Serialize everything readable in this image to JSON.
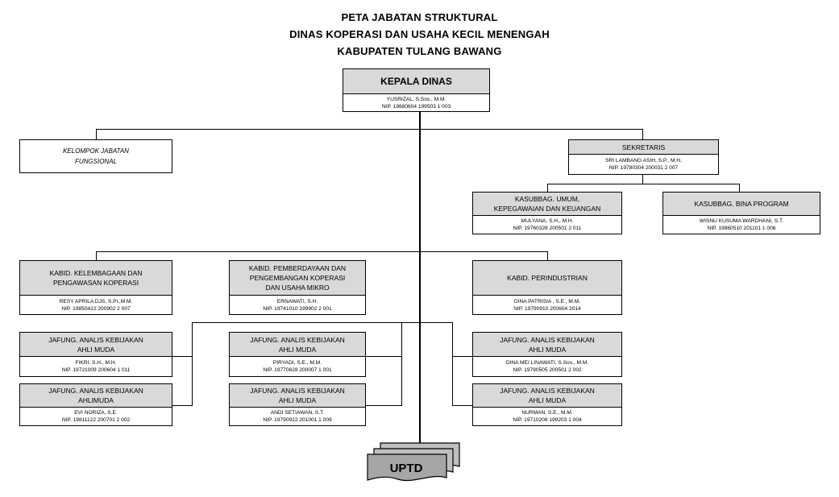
{
  "title": [
    "PETA JABATAN STRUKTURAL",
    "DINAS KOPERASI DAN USAHA KECIL MENENGAH",
    "KABUPATEN TULANG BAWANG"
  ],
  "kepala": {
    "head": [
      "KEPALA DINAS"
    ],
    "name": "YUSRIZAL, S.Sos., M.M.",
    "nip": "NIP. 19680604 199503 1 003"
  },
  "fungsional": [
    "KELOMPOK JABATAN",
    "FUNGSIONAL"
  ],
  "sekretaris": {
    "head": [
      "SEKRETARIS"
    ],
    "name": "SRI LAMBANG ASIH, S.P., M.H.",
    "nip": "NIP. 19780304 200031 2 007"
  },
  "kasubbag_umum": {
    "head": [
      "KASUBBAG. UMUM,",
      "KEPEGAWAIAN DAN KEUANGAN"
    ],
    "name": "MULYANA, S.H., M.H.",
    "nip": "NIP. 19760328 200501 2 011"
  },
  "kasubbag_program": {
    "head": [
      "KASUBBAG. BINA PROGRAM"
    ],
    "name": "WISNU KUSUMA WARDHANI, S.T.",
    "nip": "NIP. 19860510 201101 1 006"
  },
  "kabid_kelembagaan": {
    "head": [
      "KABID. KELEMBAGAAN DAN",
      "PENGAWASAN KOPERASI"
    ],
    "name": "RESY APRILA DJS, S.Pi.,M.M.",
    "nip": "NIP. 19850422 200902 2  007"
  },
  "kabid_pemberdayaan": {
    "head": [
      "KABID. PEMBERDAYAAN DAN",
      "PENGEMBANGAN KOPERASI",
      "DAN USAHA MIKRO"
    ],
    "name": "ERNAWATI, S.H.",
    "nip": "NIP. 19741010 199902 2 001"
  },
  "kabid_perindustrian": {
    "head": [
      "KABID. PERINDUSTRIAN"
    ],
    "name": "DINA PATRISIA , S.E., M.M.",
    "nip": "NIP. 19790910 200604  2014"
  },
  "jafung_1": {
    "head": [
      "JAFUNG. ANALIS KEBIJAKAN",
      "AHLI MUDA"
    ],
    "name": "FIKRI, S.H., M.H.",
    "nip": "NIP. 19721009 200604 1 011"
  },
  "jafung_2": {
    "head": [
      "JAFUNG. ANALIS KEBIJAKAN",
      "AHLIMUDA"
    ],
    "name": "EVI NORIZA, S.E.",
    "nip": "NIP. 19811122 200701 2 002"
  },
  "jafung_3": {
    "head": [
      "JAFUNG. ANALIS KEBIJAKAN",
      "AHLI MUDA"
    ],
    "name": "PIRYADI, S.E., M.M.",
    "nip": "NIP. 19770628 200007 1 001"
  },
  "jafung_4": {
    "head": [
      "JAFUNG. ANALIS KEBIJAKAN",
      "AHLI MUDA"
    ],
    "name": "ANDI SETIAWAN, S.T.",
    "nip": "NIP. 19790922 201001 1 009"
  },
  "jafung_5": {
    "head": [
      "JAFUNG. ANALIS KEBIJAKAN",
      "AHLI MUDA"
    ],
    "name": "DINA MEI LINAWATI, S.Sos., M.M.",
    "nip": "NIP. 19790505 200501 2 002"
  },
  "jafung_6": {
    "head": [
      "JAFUNG. ANALIS KEBIJAKAN",
      "AHLI MUDA"
    ],
    "name": "NURMAN, S.E., M.M.",
    "nip": "NIP. 19710208 199203 1 004"
  },
  "uptd": "UPTD"
}
